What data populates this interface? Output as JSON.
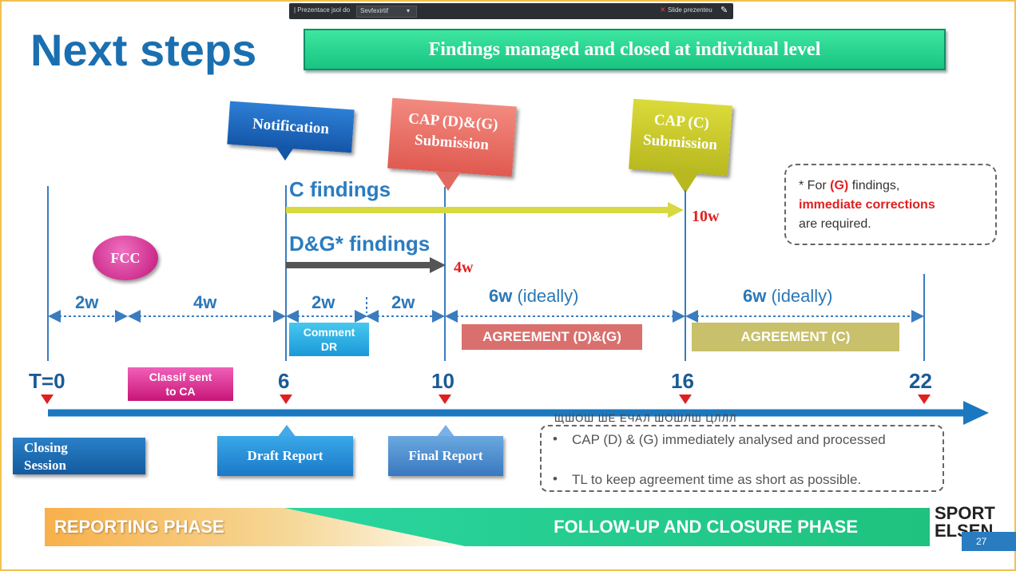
{
  "toolbar": {
    "label": "| Prezentace jsol do",
    "select_value": "Sevfexirtif",
    "close_label": "Slide prezenteu"
  },
  "title": "Next steps",
  "banner": "Findings managed and closed at individual level",
  "flags": {
    "notification": "Notification",
    "cap_dg": [
      "CAP (D)&(G)",
      "Submission"
    ],
    "cap_c": [
      "CAP (C)",
      "Submission"
    ]
  },
  "findings": {
    "c": "C findings",
    "c_duration": "10w",
    "dg": "D&G* findings",
    "dg_duration": "4w"
  },
  "fcc": "FCC",
  "note": {
    "star": "* For",
    "g": "(G)",
    "findings": "findings,",
    "immediate": "immediate corrections",
    "required": "are required."
  },
  "durations": {
    "d1": "2w",
    "d2": "4w",
    "d3": "2w",
    "d4": "2w",
    "d5_num": "6w",
    "d5_text": "(ideally)",
    "d6_num": "6w",
    "d6_text": "(ideally)"
  },
  "boxes": {
    "comment": [
      "Comment",
      "DR"
    ],
    "agreement_dg": "AGREEMENT  (D)&(G)",
    "agreement_c": "AGREEMENT (C)",
    "classif": [
      "Classif sent",
      "to CA"
    ]
  },
  "ticks": [
    "T=0",
    "6",
    "10",
    "16",
    "22"
  ],
  "buttons": {
    "closing": [
      "Closing",
      "Session"
    ],
    "draft": "Draft Report",
    "final": "Final Report"
  },
  "garbled": "ЩШОШ ШЕ ЕЧАЛ ШОШЛШ ЦЛЛЛ",
  "bullets": [
    "CAP (D) & (G) immediately analysed and processed",
    "TL to keep agreement time as short as possible."
  ],
  "phases": {
    "reporting": "REPORTING PHASE",
    "followup": "FOLLOW-UP AND CLOSURE PHASE"
  },
  "logo": [
    "SPORT",
    "ELSEN"
  ],
  "page_number": "27",
  "colors": {
    "title_blue": "#1a6fb0",
    "banner_green": "#19c482",
    "timeline_blue": "#1a78c0",
    "red": "#e02020",
    "c_arrow": "#d8d840",
    "dg_arrow": "#555555"
  }
}
